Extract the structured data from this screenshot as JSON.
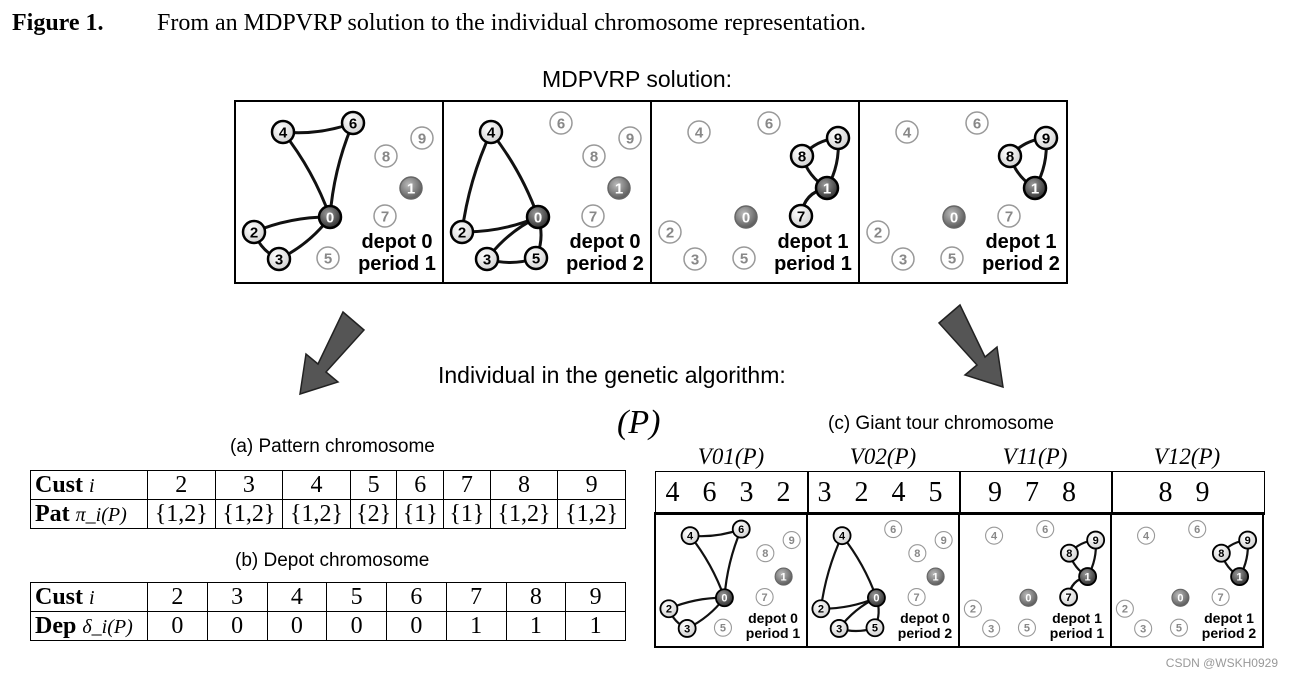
{
  "caption": {
    "label": "Figure 1.",
    "text": "From an MDPVRP solution to the individual chromosome representation."
  },
  "solution_title": "MDPVRP solution:",
  "individual_title": "Individual in the genetic algorithm:",
  "p_symbol": "(P)",
  "panels": [
    {
      "depot": "depot 0",
      "period": "period 1"
    },
    {
      "depot": "depot 0",
      "period": "period 2"
    },
    {
      "depot": "depot 1",
      "period": "period 1"
    },
    {
      "depot": "depot 1",
      "period": "period 2"
    }
  ],
  "pattern": {
    "title": "(a) Pattern chromosome",
    "row1_name": "Cust",
    "row1_sym": "i",
    "customers": [
      "2",
      "3",
      "4",
      "5",
      "6",
      "7",
      "8",
      "9"
    ],
    "row2_name": "Pat",
    "row2_sym": "π_i(P)",
    "values": [
      "{1,2}",
      "{1,2}",
      "{1,2}",
      "{2}",
      "{1}",
      "{1}",
      "{1,2}",
      "{1,2}"
    ]
  },
  "depot": {
    "title": "(b) Depot chromosome",
    "row1_name": "Cust",
    "row1_sym": "i",
    "customers": [
      "2",
      "3",
      "4",
      "5",
      "6",
      "7",
      "8",
      "9"
    ],
    "row2_name": "Dep",
    "row2_sym": "δ_i(P)",
    "values": [
      "0",
      "0",
      "0",
      "0",
      "0",
      "1",
      "1",
      "1"
    ]
  },
  "giant": {
    "title": "(c) Giant tour chromosome",
    "labels": [
      "V01(P)",
      "V02(P)",
      "V11(P)",
      "V12(P)"
    ],
    "tours": [
      "4 6 3 2",
      "3 2 4 5",
      "9 7 8",
      "8 9"
    ]
  },
  "watermark": "CSDN @WSKH0929"
}
